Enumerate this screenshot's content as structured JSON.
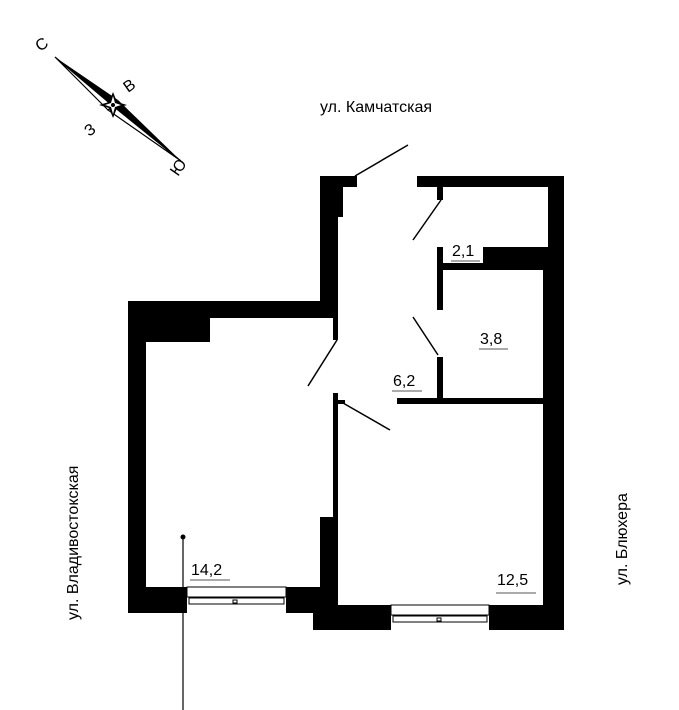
{
  "streets": {
    "north": "ул. Камчатская",
    "west": "ул. Владивостокская",
    "east": "ул. Блюхера"
  },
  "compass": {
    "n": "С",
    "e": "В",
    "w": "З",
    "s": "Ю"
  },
  "rooms": {
    "storage": "2,1",
    "bathroom": "3,8",
    "hallway": "6,2",
    "room_left": "14,2",
    "room_right": "12,5"
  },
  "colors": {
    "wall": "#000000",
    "background": "#ffffff"
  }
}
